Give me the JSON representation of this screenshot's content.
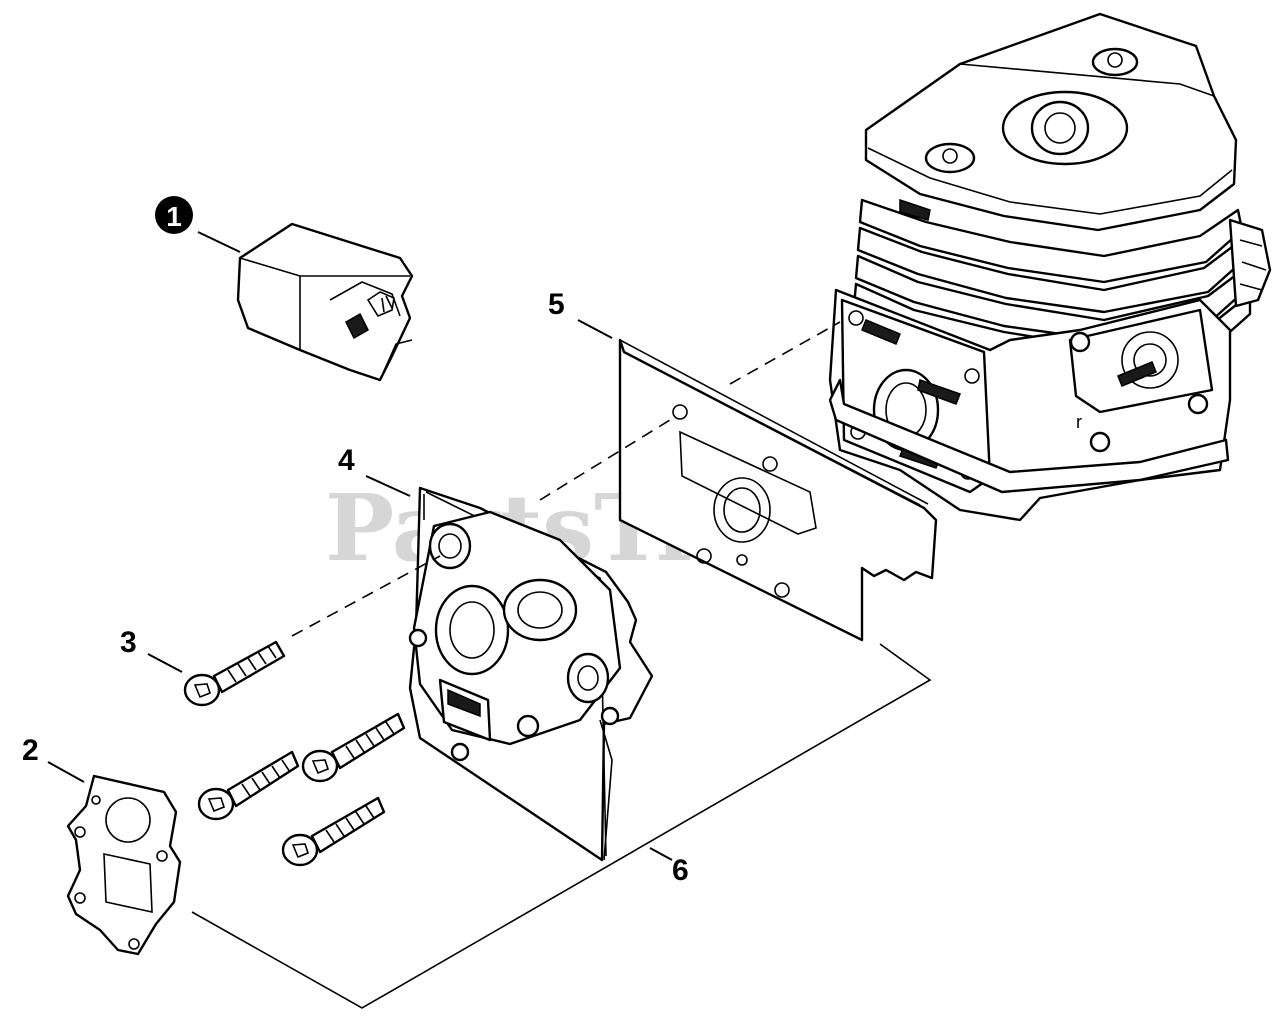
{
  "watermark": "PartsTree",
  "callouts": {
    "c1": "1",
    "c2": "2",
    "c3": "3",
    "c4": "4",
    "c5": "5",
    "c6": "6"
  },
  "colors": {
    "line": "#000000",
    "background": "#ffffff",
    "watermark": "#cfcfcf"
  }
}
